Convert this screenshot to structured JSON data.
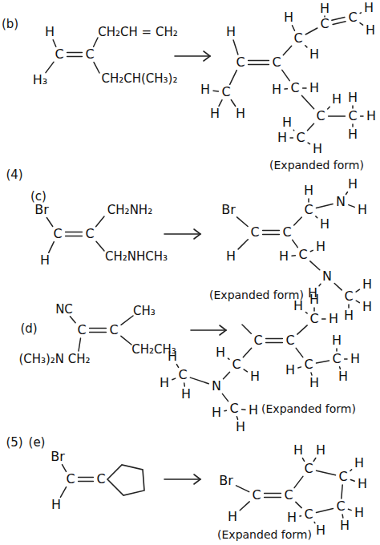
{
  "diagram": {
    "labels": [
      "(b)",
      "H",
      "C",
      "C",
      "H₃",
      "CH₂CH = CH₂",
      "CH₂CH(CH₃)₂",
      "H",
      "C",
      "C",
      "C",
      "H",
      "H",
      "H",
      "C",
      "H",
      "H",
      "C",
      "H",
      "C",
      "H",
      "H",
      "C",
      "H",
      "H",
      "C",
      "H",
      "C",
      "H",
      "H",
      "H",
      "C",
      "H",
      "H",
      "H",
      "(Expanded form)",
      "(4)",
      "(c)",
      "Br",
      "C",
      "C",
      "H",
      "CH₂NH₂",
      "CH₂NHCH₃",
      "Br",
      "C",
      "C",
      "H",
      "C",
      "H",
      "H",
      "N",
      "H",
      "H",
      "C",
      "H",
      "H",
      "N",
      "H",
      "C",
      "H",
      "H",
      "H",
      "(Expanded form)",
      "(d)",
      "NC",
      "C",
      "C",
      "CH₃",
      "(CH₃)₂N CH₂",
      "CH₂CH₃",
      "C",
      "C",
      "C",
      "H",
      "H",
      "H",
      "C",
      "H",
      "H",
      "C",
      "H",
      "H",
      "H",
      "C",
      "H",
      "H",
      "N",
      "C",
      "H",
      "H",
      "H",
      "C",
      "H",
      "H",
      "H",
      "(Expanded form)",
      "(5)",
      "(e)",
      "Br",
      "C",
      "C",
      "H",
      "Br",
      "C",
      "C",
      "H",
      "C",
      "H",
      "H",
      "C",
      "H",
      "H",
      "C",
      "H",
      "H",
      "C",
      "H",
      "H",
      "(Expanded form)"
    ]
  }
}
